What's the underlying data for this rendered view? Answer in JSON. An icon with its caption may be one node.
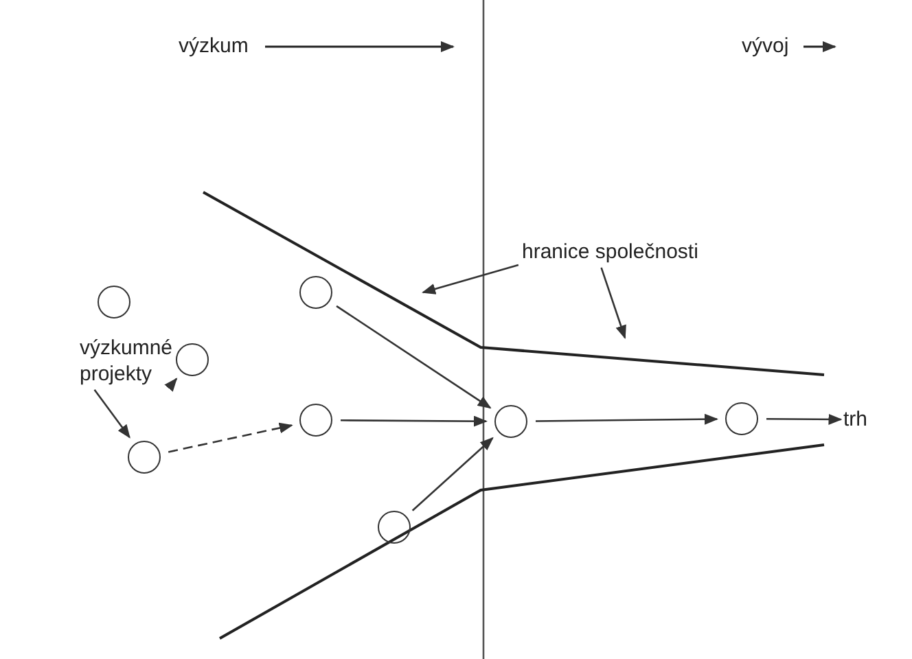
{
  "diagram": {
    "nodes": [
      {
        "text": [
          "výzkumné projekty"
        ]
      },
      {
        "text": [],
        "shape": "circle"
      },
      {
        "text": [],
        "shape": "circle"
      },
      {
        "text": [],
        "shape": "circle"
      },
      {
        "text": [],
        "shape": "circle"
      },
      {
        "text": [],
        "shape": "circle"
      },
      {
        "text": [],
        "shape": "circle"
      },
      {
        "text": [],
        "shape": "circle"
      },
      {
        "text": [],
        "shape": "circle"
      },
      {
        "text": [
          "trh"
        ]
      },
      {
        "text": [
          "hranice společnosti"
        ]
      }
    ],
    "edges": [
      {
        "from": 0,
        "to": 2,
        "arrow": "to",
        "style": "dashed"
      },
      {
        "from": 0,
        "to": 3,
        "arrow": "to"
      },
      {
        "from": 3,
        "to": 5,
        "arrow": "to",
        "style": "dashed"
      },
      {
        "from": 4,
        "to": 7,
        "arrow": "to"
      },
      {
        "from": 5,
        "to": 7,
        "arrow": "to"
      },
      {
        "from": 6,
        "to": 7,
        "arrow": "to"
      },
      {
        "from": 7,
        "to": 8,
        "arrow": "to"
      },
      {
        "from": 8,
        "to": 9,
        "arrow": "to"
      },
      {
        "from": 10,
        "to": null,
        "arrow": "to"
      },
      {
        "from": 10,
        "to": null,
        "arrow": "to"
      }
    ],
    "labels": [
      "výzkum",
      "vývoj"
    ]
  }
}
